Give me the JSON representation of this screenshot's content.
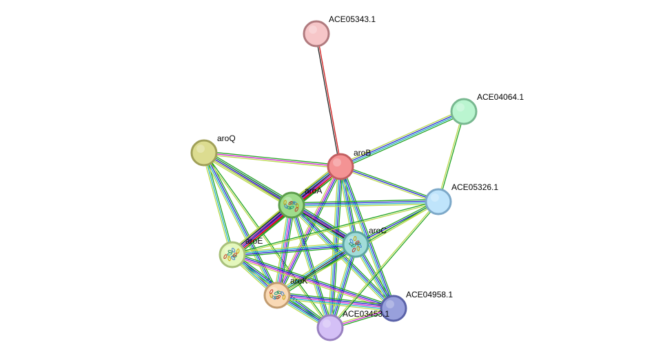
{
  "edge_colors": {
    "neighborhood": "#1fa31f",
    "gene_fusion": "#d01818",
    "cooccurrence": "#2020d0",
    "coexpression": "#202020",
    "experimental": "#d020d0",
    "database": "#20b0c0",
    "textmining": "#b8d848",
    "homology": "#8080e8"
  },
  "nodes": [
    {
      "id": "ACE05343.1",
      "label": "ACE05343.1",
      "fill": "#f6c6c8",
      "stroke": "#b07a7e",
      "has_structure": false
    },
    {
      "id": "ACE04064.1",
      "label": "ACE04064.1",
      "fill": "#baf5d0",
      "stroke": "#78b890",
      "has_structure": false
    },
    {
      "id": "aroQ",
      "label": "aroQ",
      "fill": "#dcdc90",
      "stroke": "#a0a058",
      "has_structure": false
    },
    {
      "id": "aroB",
      "label": "aroB",
      "fill": "#f49394",
      "stroke": "#c25e60",
      "has_structure": false
    },
    {
      "id": "ACE05326.1",
      "label": "ACE05326.1",
      "fill": "#bfe4fb",
      "stroke": "#7ca8c8",
      "has_structure": false
    },
    {
      "id": "aroA",
      "label": "aroA",
      "fill": "#9edc8c",
      "stroke": "#5c9e4c",
      "has_structure": true
    },
    {
      "id": "aroC",
      "label": "aroC",
      "fill": "#a0dcd8",
      "stroke": "#5aa4a0",
      "has_structure": true
    },
    {
      "id": "aroE",
      "label": "aroE",
      "fill": "#e4f7bc",
      "stroke": "#a8c07a",
      "has_structure": true
    },
    {
      "id": "aroK",
      "label": "aroK",
      "fill": "#f9d9b5",
      "stroke": "#c29c70",
      "has_structure": true
    },
    {
      "id": "ACE04958.1",
      "label": "ACE04958.1",
      "fill": "#98a0dc",
      "stroke": "#5a62a8",
      "has_structure": false
    },
    {
      "id": "ACE03453.1",
      "label": "ACE03453.1",
      "fill": "#d4c0f6",
      "stroke": "#9880c0",
      "has_structure": false
    }
  ],
  "edges": [
    {
      "source": "ACE05343.1",
      "target": "aroB",
      "types": [
        "gene_fusion",
        "coexpression"
      ]
    },
    {
      "source": "ACE04064.1",
      "target": "aroB",
      "types": [
        "neighborhood",
        "database",
        "cooccurrence",
        "textmining"
      ]
    },
    {
      "source": "ACE04064.1",
      "target": "ACE05326.1",
      "types": [
        "neighborhood",
        "textmining"
      ]
    },
    {
      "source": "aroQ",
      "target": "aroB",
      "types": [
        "neighborhood",
        "experimental",
        "textmining"
      ]
    },
    {
      "source": "aroQ",
      "target": "aroA",
      "types": [
        "neighborhood",
        "cooccurrence",
        "experimental",
        "coexpression",
        "textmining"
      ]
    },
    {
      "source": "aroQ",
      "target": "aroC",
      "types": [
        "neighborhood",
        "cooccurrence",
        "textmining"
      ]
    },
    {
      "source": "aroQ",
      "target": "aroE",
      "types": [
        "neighborhood",
        "database",
        "textmining"
      ]
    },
    {
      "source": "aroQ",
      "target": "aroK",
      "types": [
        "neighborhood",
        "cooccurrence",
        "database",
        "textmining"
      ]
    },
    {
      "source": "aroQ",
      "target": "ACE03453.1",
      "types": [
        "neighborhood",
        "textmining"
      ]
    },
    {
      "source": "aroB",
      "target": "ACE05326.1",
      "types": [
        "neighborhood",
        "cooccurrence",
        "textmining"
      ]
    },
    {
      "source": "aroB",
      "target": "aroA",
      "types": [
        "neighborhood",
        "gene_fusion",
        "cooccurrence",
        "experimental",
        "coexpression",
        "textmining"
      ]
    },
    {
      "source": "aroB",
      "target": "aroC",
      "types": [
        "neighborhood",
        "cooccurrence",
        "database",
        "textmining"
      ]
    },
    {
      "source": "aroB",
      "target": "aroE",
      "types": [
        "neighborhood",
        "gene_fusion",
        "experimental",
        "coexpression",
        "database",
        "textmining"
      ]
    },
    {
      "source": "aroB",
      "target": "aroK",
      "types": [
        "neighborhood",
        "cooccurrence",
        "experimental",
        "textmining"
      ]
    },
    {
      "source": "aroB",
      "target": "ACE04958.1",
      "types": [
        "neighborhood",
        "cooccurrence",
        "database",
        "textmining"
      ]
    },
    {
      "source": "aroB",
      "target": "ACE03453.1",
      "types": [
        "neighborhood",
        "cooccurrence",
        "database",
        "textmining"
      ]
    },
    {
      "source": "aroA",
      "target": "ACE05326.1",
      "types": [
        "neighborhood",
        "cooccurrence",
        "database",
        "textmining"
      ]
    },
    {
      "source": "aroA",
      "target": "aroC",
      "types": [
        "neighborhood",
        "cooccurrence",
        "experimental",
        "coexpression",
        "database",
        "textmining"
      ]
    },
    {
      "source": "aroA",
      "target": "aroE",
      "types": [
        "neighborhood",
        "gene_fusion",
        "cooccurrence",
        "experimental",
        "coexpression",
        "textmining"
      ]
    },
    {
      "source": "aroA",
      "target": "aroK",
      "types": [
        "neighborhood",
        "cooccurrence",
        "experimental",
        "database",
        "textmining"
      ]
    },
    {
      "source": "aroA",
      "target": "ACE04958.1",
      "types": [
        "neighborhood",
        "cooccurrence",
        "database",
        "textmining"
      ]
    },
    {
      "source": "aroA",
      "target": "ACE03453.1",
      "types": [
        "neighborhood",
        "cooccurrence",
        "database",
        "textmining"
      ]
    },
    {
      "source": "aroC",
      "target": "ACE05326.1",
      "types": [
        "neighborhood",
        "cooccurrence",
        "textmining"
      ]
    },
    {
      "source": "aroC",
      "target": "aroE",
      "types": [
        "neighborhood",
        "cooccurrence",
        "database",
        "textmining"
      ]
    },
    {
      "source": "aroC",
      "target": "aroK",
      "types": [
        "neighborhood",
        "cooccurrence",
        "coexpression",
        "database",
        "textmining"
      ]
    },
    {
      "source": "aroC",
      "target": "ACE04958.1",
      "types": [
        "neighborhood",
        "cooccurrence",
        "database",
        "textmining"
      ]
    },
    {
      "source": "aroC",
      "target": "ACE03453.1",
      "types": [
        "neighborhood",
        "cooccurrence",
        "database",
        "textmining"
      ]
    },
    {
      "source": "aroE",
      "target": "ACE05326.1",
      "types": [
        "neighborhood",
        "textmining"
      ]
    },
    {
      "source": "aroE",
      "target": "aroK",
      "types": [
        "neighborhood",
        "cooccurrence",
        "database",
        "textmining"
      ]
    },
    {
      "source": "aroE",
      "target": "ACE04958.1",
      "types": [
        "neighborhood",
        "cooccurrence",
        "experimental",
        "textmining"
      ]
    },
    {
      "source": "aroE",
      "target": "ACE03453.1",
      "types": [
        "neighborhood",
        "cooccurrence",
        "database",
        "textmining"
      ]
    },
    {
      "source": "aroK",
      "target": "ACE05326.1",
      "types": [
        "neighborhood",
        "textmining"
      ]
    },
    {
      "source": "aroK",
      "target": "ACE04958.1",
      "types": [
        "neighborhood",
        "cooccurrence",
        "experimental",
        "database",
        "textmining"
      ]
    },
    {
      "source": "aroK",
      "target": "ACE03453.1",
      "types": [
        "neighborhood",
        "cooccurrence",
        "database",
        "textmining"
      ]
    },
    {
      "source": "ACE05326.1",
      "target": "ACE03453.1",
      "types": [
        "neighborhood",
        "textmining"
      ]
    },
    {
      "source": "ACE04958.1",
      "target": "ACE03453.1",
      "types": [
        "neighborhood",
        "experimental",
        "textmining"
      ]
    }
  ]
}
